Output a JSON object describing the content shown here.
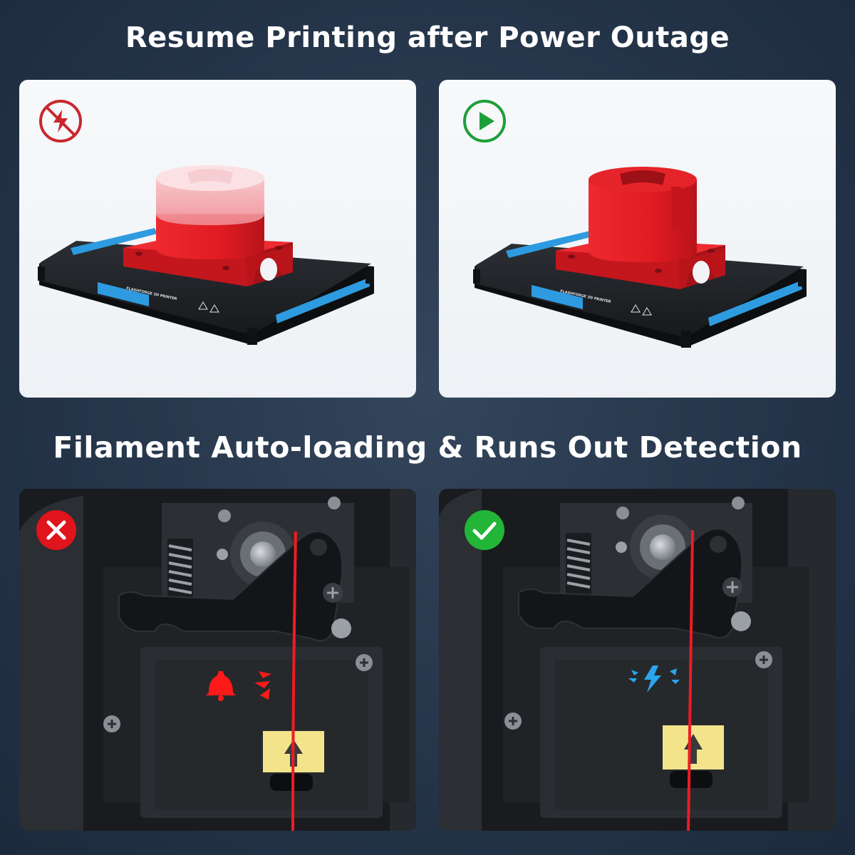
{
  "sections": [
    {
      "heading": "Resume Printing after Power Outage",
      "panels": [
        {
          "status_icon": "no-power-icon",
          "status_color": "#c8282d",
          "bed_label": "FLASHFORGE 3D PRINTER"
        },
        {
          "status_icon": "play-icon",
          "status_color": "#1e9e3a",
          "bed_label": "FLASHFORGE 3D PRINTER"
        }
      ]
    },
    {
      "heading": "Filament Auto-loading & Runs Out Detection",
      "panels": [
        {
          "status_icon": "cross-icon",
          "status_color": "#e0141c",
          "alert_icon": "bell-icon",
          "alert_color": "#ff1a1a"
        },
        {
          "status_icon": "check-icon",
          "status_color": "#22b538",
          "alert_icon": "lightning-icon",
          "alert_color": "#2aa6ee"
        }
      ]
    }
  ],
  "colors": {
    "background": "#25354a",
    "print_red": "#e51e24",
    "bed_black": "#1f2124",
    "clip_blue": "#2e9be0",
    "filament_red": "#ee1c24",
    "sensor_tape": "#f3e48c"
  }
}
